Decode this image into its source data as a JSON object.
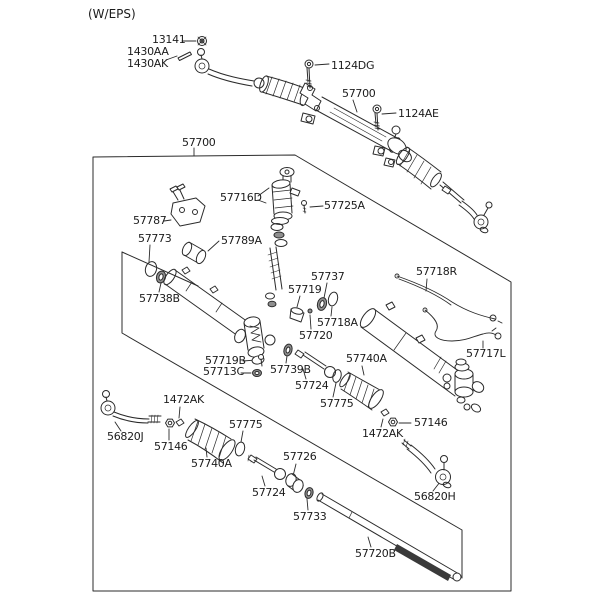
{
  "drawing": {
    "ink": "#2b2b2b",
    "paper": "#ffffff",
    "shade": "#8f8f8f",
    "teeth": "#3a3a3a"
  },
  "labels": {
    "w_eps": "(W/EPS)",
    "n13141": "13141",
    "n1430aa": "1430AA",
    "n1430ak": "1430AK",
    "n1124dg": "1124DG",
    "n57700_top": "57700",
    "n1124ae": "1124AE",
    "n57700_box": "57700",
    "n57716d": "57716D",
    "n57725a": "57725A",
    "n57787": "57787",
    "n57773": "57773",
    "n57789a": "57789A",
    "n57738b": "57738B",
    "n57737": "57737",
    "n57719": "57719",
    "n57718a": "57718A",
    "n57720": "57720",
    "n57718r": "57718R",
    "n57717l": "57717L",
    "n57719b": "57719B",
    "n57713c": "57713C",
    "n57739b": "57739B",
    "n57724_mid": "57724",
    "n57740a_right": "57740A",
    "n57775_right": "57775",
    "n1472ak_right": "1472AK",
    "n57146_right": "57146",
    "n56820h": "56820H",
    "n1472ak_left": "1472AK",
    "n56820j": "56820J",
    "n57146_left": "57146",
    "n57740a_left": "57740A",
    "n57775_left": "57775",
    "n57726": "57726",
    "n57724_bottom": "57724",
    "n57733": "57733",
    "n57720b": "57720B"
  }
}
